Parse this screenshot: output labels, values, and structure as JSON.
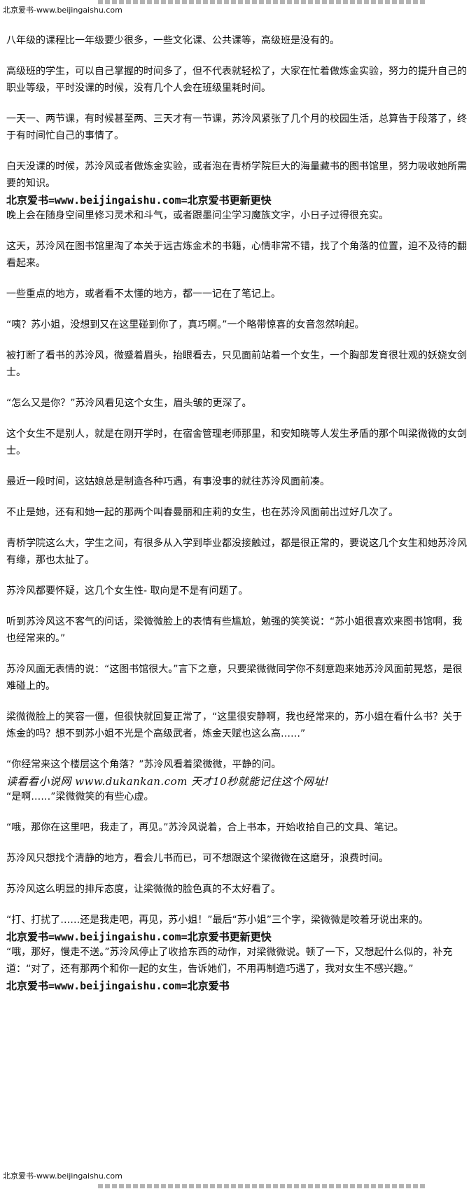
{
  "watermarks": {
    "small_top": "北京爱书-www.beijingaishu.com",
    "small_bottom": "北京爱书-www.beijingaishu.com",
    "bold_1": "北京爱书=www.beijingaishu.com=北京爱书更新更快",
    "bold_2": "北京爱书=www.beijingaishu.com=北京爱书更新更快",
    "bold_3": "北京爱书=www.beijingaishu.com=北京爱书",
    "dukankan": "读看看小说网 www.dukankan.com 天才10秒就能记住这个网址!"
  },
  "paragraphs": [
    "八年级的课程比一年级要少很多，一些文化课、公共课等，高级班是没有的。",
    "高级班的学生，可以自己掌握的时间多了，但不代表就轻松了，大家在忙着做炼金实验，努力的提升自己的职业等级，平时没课的时候，没有几个人会在班级里耗时间。",
    "一天一、两节课，有时候甚至两、三天才有一节课，苏泠风紧张了几个月的校园生活，总算告于段落了，终于有时间忙自己的事情了。",
    "白天没课的时候，苏泠风或者做炼金实验，或者泡在青桥学院巨大的海量藏书的图书馆里，努力吸收她所需要的知识。",
    "晚上会在随身空间里修习灵术和斗气，或者跟墨问尘学习魔族文字，小日子过得很充实。",
    "这天，苏泠风在图书馆里淘了本关于远古炼金术的书籍，心情非常不错，找了个角落的位置，迫不及待的翻看起来。",
    "一些重点的地方，或者看不太懂的地方，都一一记在了笔记上。",
    "“咦？苏小姐，没想到又在这里碰到你了，真巧啊。”一个略带惊喜的女音忽然响起。",
    "被打断了看书的苏泠风，微蹙着眉头，抬眼看去，只见面前站着一个女生，一个胸部发育很壮观的妖娆女剑士。",
    "“怎么又是你？”苏泠风看见这个女生，眉头皱的更深了。",
    "这个女生不是别人，就是在刚开学时，在宿舍管理老师那里，和安知晓等人发生矛盾的那个叫梁微微的女剑士。",
    "最近一段时间，这姑娘总是制造各种巧遇，有事没事的就往苏泠风面前凑。",
    "不止是她，还有和她一起的那两个叫春曼丽和庄莉的女生，也在苏泠风面前出过好几次了。",
    "青桥学院这么大，学生之间，有很多从入学到毕业都没接触过，都是很正常的，要说这几个女生和她苏泠风有缘，那也太扯了。",
    "苏泠风都要怀疑，这几个女生性- 取向是不是有问题了。",
    "听到苏泠风这不客气的问话，梁微微脸上的表情有些尴尬，勉强的笑笑说：“苏小姐很喜欢来图书馆啊，我也经常来的。”",
    "苏泠风面无表情的说：“这图书馆很大。”言下之意，只要梁微微同学你不刻意跑来她苏泠风面前晃悠，是很难碰上的。",
    "梁微微脸上的笑容一僵，但很快就回复正常了，“这里很安静啊，我也经常来的，苏小姐在看什么书？关于炼金的吗？想不到苏小姐不光是个高级武者，炼金天赋也这么高……”",
    "“你经常来这个楼层这个角落？”苏泠风看着梁微微，平静的问。",
    "“是啊……”梁微微笑的有些心虚。",
    "“哦，那你在这里吧，我走了，再见。”苏泠风说着，合上书本，开始收拾自己的文具、笔记。",
    "苏泠风只想找个清静的地方，看会儿书而已，可不想跟这个梁微微在这磨牙，浪费时间。",
    "苏泠风这么明显的排斥态度，让梁微微的脸色真的不太好看了。",
    "“打、打扰了……还是我走吧，再见，苏小姐！”最后“苏小姐”三个字，梁微微是咬着牙说出来的。",
    "“哦，那好，慢走不送。”苏泠风停止了收拾东西的动作，对梁微微说。顿了一下，又想起什么似的，补充道：“对了，还有那两个和你一起的女生，告诉她们，不用再制造巧遇了，我对女生不感兴趣。”"
  ]
}
